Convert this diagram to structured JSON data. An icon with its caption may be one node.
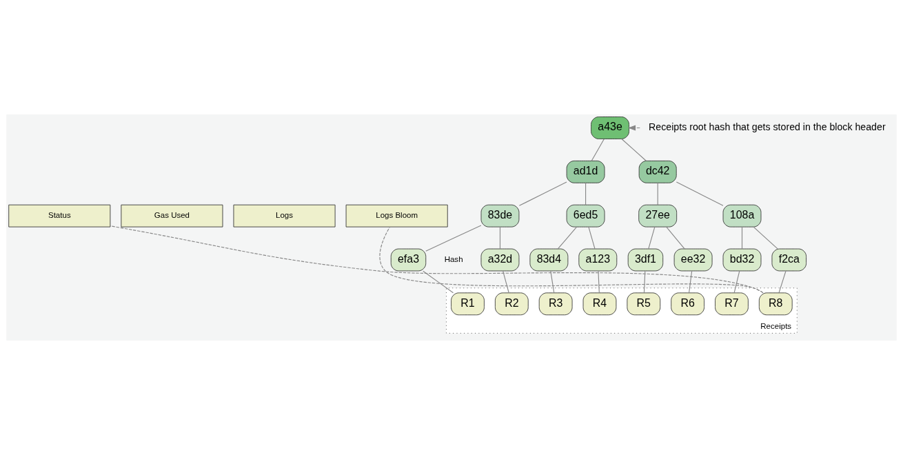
{
  "diagram": {
    "nodes": [
      {
        "text": [
          "a43e"
        ]
      },
      {
        "text": [
          "Receipts root hash that gets stored in the block header"
        ]
      },
      {
        "text": [
          "ad1d"
        ]
      },
      {
        "text": [
          "dc42"
        ]
      },
      {
        "text": [
          "83de"
        ]
      },
      {
        "text": [
          "6ed5"
        ]
      },
      {
        "text": [
          "27ee"
        ]
      },
      {
        "text": [
          "108a"
        ]
      },
      {
        "text": [
          "efa3"
        ]
      },
      {
        "text": [
          "a32d"
        ]
      },
      {
        "text": [
          "83d4"
        ]
      },
      {
        "text": [
          "a123"
        ]
      },
      {
        "text": [
          "3df1"
        ]
      },
      {
        "text": [
          "ee32"
        ]
      },
      {
        "text": [
          "bd32"
        ]
      },
      {
        "text": [
          "f2ca"
        ]
      },
      {
        "text": [
          "Receipts"
        ]
      },
      {
        "text": [
          "R1"
        ],
        "in": 16
      },
      {
        "text": [
          "R2"
        ],
        "in": 16
      },
      {
        "text": [
          "R3"
        ],
        "in": 16
      },
      {
        "text": [
          "R4"
        ],
        "in": 16
      },
      {
        "text": [
          "R5"
        ],
        "in": 16
      },
      {
        "text": [
          "R6"
        ],
        "in": 16
      },
      {
        "text": [
          "R7"
        ],
        "in": 16
      },
      {
        "text": [
          "R8"
        ],
        "in": 16
      },
      {
        "text": [
          "Status"
        ]
      },
      {
        "text": [
          "Gas Used"
        ]
      },
      {
        "text": [
          "Logs"
        ]
      },
      {
        "text": [
          "Logs Bloom"
        ]
      }
    ],
    "edges": [
      {
        "from": 1,
        "to": 0,
        "arrow": "to",
        "style": "dashed"
      },
      {
        "from": 0,
        "to": 2,
        "arrow": "none"
      },
      {
        "from": 0,
        "to": 3,
        "arrow": "none"
      },
      {
        "from": 2,
        "to": 4,
        "arrow": "none"
      },
      {
        "from": 2,
        "to": 5,
        "arrow": "none"
      },
      {
        "from": 3,
        "to": 6,
        "arrow": "none"
      },
      {
        "from": 3,
        "to": 7,
        "arrow": "none"
      },
      {
        "from": 4,
        "to": 8,
        "arrow": "none"
      },
      {
        "from": 4,
        "to": 9,
        "arrow": "none"
      },
      {
        "from": 5,
        "to": 10,
        "arrow": "none"
      },
      {
        "from": 5,
        "to": 11,
        "arrow": "none"
      },
      {
        "from": 6,
        "to": 12,
        "arrow": "none"
      },
      {
        "from": 6,
        "to": 13,
        "arrow": "none"
      },
      {
        "from": 7,
        "to": 14,
        "arrow": "none"
      },
      {
        "from": 7,
        "to": 15,
        "arrow": "none"
      },
      {
        "from": 8,
        "to": 17,
        "arrow": "none"
      },
      {
        "from": 9,
        "to": 18,
        "arrow": "none"
      },
      {
        "from": 10,
        "to": 19,
        "arrow": "none"
      },
      {
        "from": 11,
        "to": 20,
        "arrow": "none"
      },
      {
        "from": 12,
        "to": 21,
        "arrow": "none"
      },
      {
        "from": 13,
        "to": 22,
        "arrow": "none"
      },
      {
        "from": 14,
        "to": 23,
        "arrow": "none"
      },
      {
        "from": 15,
        "to": 24,
        "arrow": "none"
      },
      {
        "from": 24,
        "to": 25,
        "arrow": "none",
        "style": "dashed"
      },
      {
        "from": 24,
        "to": 28,
        "arrow": "none",
        "style": "dashed"
      }
    ],
    "labels": [
      "Hash"
    ]
  }
}
